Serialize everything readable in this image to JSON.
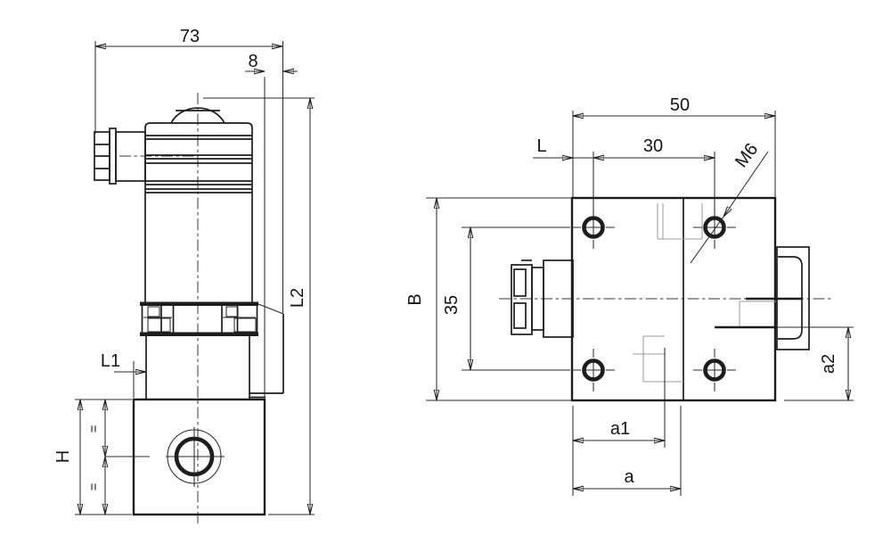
{
  "meta": {
    "title": "Solenoid cartridge valve dimensional drawing, side view and top view",
    "background_color": "#ffffff",
    "line_color": "#1d1d1d",
    "phantom_line_color": "#9c9c9c"
  },
  "side_view": {
    "name": "side-view",
    "labels": {
      "overall_width": "73",
      "tube_protrusion": "8",
      "overall_height": "L2",
      "coil_offset": "L1",
      "body_height": "H",
      "equal_upper": "=",
      "equal_lower": "="
    }
  },
  "top_view": {
    "name": "top-view",
    "labels": {
      "body_width": "50",
      "hole_spacing_horizontal": "30",
      "hole_edge_offset": "L",
      "thread_size": "M6",
      "body_height": "B",
      "hole_spacing_vertical": "35",
      "port_dim_a1": "a1",
      "port_dim_a": "a",
      "connector_offset": "a2"
    }
  }
}
